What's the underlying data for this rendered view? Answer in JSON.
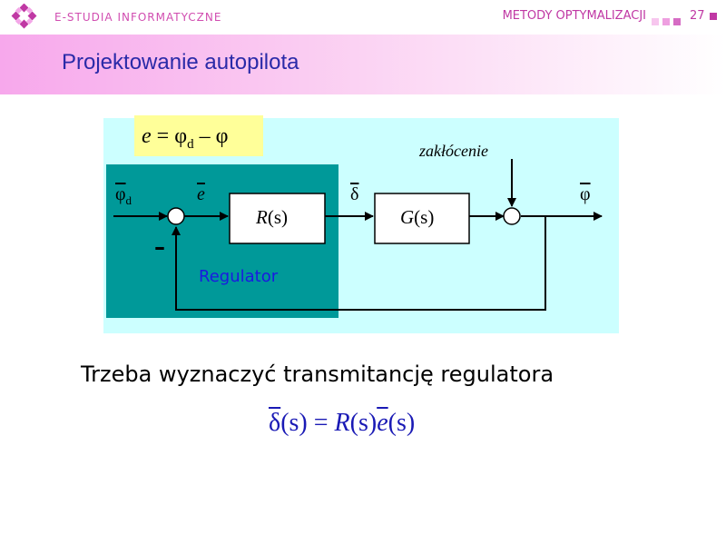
{
  "header": {
    "brand": "E-STUDIA INFORMATYCZNE",
    "course": "METODY OPTYMALIZACJI",
    "page": "27",
    "logo_icon": "diamond-grid-logo-icon",
    "colors": {
      "accent": "#c038a4",
      "light": "#f4a6e8"
    }
  },
  "slide": {
    "title": "Projektowanie autopilota",
    "error_equation": {
      "lhs": "e",
      "eq": " = ",
      "phi": "φ",
      "sub": "d",
      "rest": " – φ"
    },
    "statement": "Trzeba wyznaczyć transmitancję regulatora",
    "formula": {
      "delta": "δ",
      "s1": "(s) = ",
      "R": "R",
      "s2": "(s)",
      "e": "e",
      "s3": "(s)"
    }
  },
  "diagram": {
    "input": {
      "phi": "φ",
      "sub": "d"
    },
    "error": "e",
    "controller": {
      "name": "R",
      "arg": "(s)"
    },
    "control": "δ",
    "plant": {
      "name": "G",
      "arg": "(s)"
    },
    "disturbance": "zakłócenie",
    "output": "φ",
    "feedback_sign": "–",
    "regulator_label": "Regulator",
    "colors": {
      "background": "#ccffff",
      "regulator": "#009999",
      "equation_box": "#ffff99"
    }
  }
}
